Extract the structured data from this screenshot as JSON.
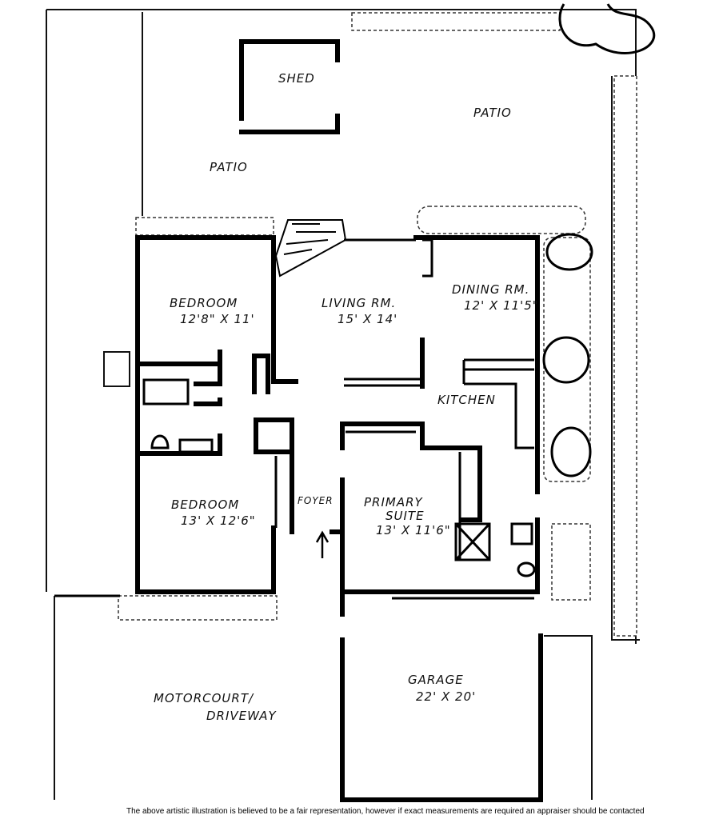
{
  "rooms": {
    "shed": "SHED",
    "patio_left": "PATIO",
    "patio_right": "PATIO",
    "bedroom1_name": "BEDROOM",
    "bedroom1_size": "12'8\" X 11'",
    "living_name": "LIVING RM.",
    "living_size": "15' X 14'",
    "dining_name": "DINING RM.",
    "dining_size": "12' X 11'5\"",
    "kitchen": "KITCHEN",
    "bedroom2_name": "BEDROOM",
    "bedroom2_size": "13' X 12'6\"",
    "foyer": "FOYER",
    "primary_name": "PRIMARY",
    "primary_name2": "SUITE",
    "primary_size": "13' X 11'6\"",
    "garage_name": "GARAGE",
    "garage_size": "22' X 20'",
    "motorcourt": "MOTORCOURT/",
    "driveway": "DRIVEWAY"
  },
  "disclaimer": "The above artistic illustration is believed to be a fair representation, however if exact measurements are required an appraiser should be contacted"
}
